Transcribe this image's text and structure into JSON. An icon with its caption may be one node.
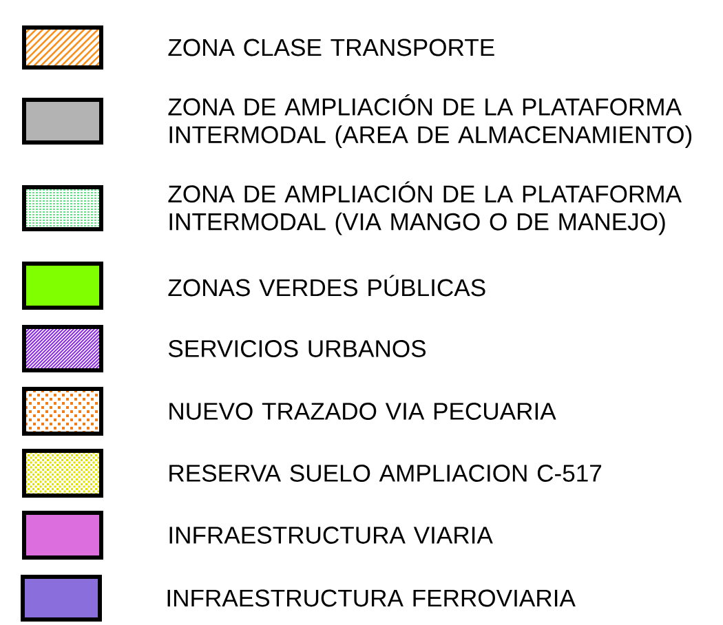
{
  "diagram": {
    "legend": [
      {
        "text": "ZONA CLASE TRANSPORTE",
        "color": "#f7901e"
      },
      {
        "text": "ZONA DE AMPLIACIÓN DE LA PLATAFORMA INTERMODAL (AREA DE ALMACENAMIENTO)",
        "color": "#b3b3b3"
      },
      {
        "text": "ZONA DE AMPLIACIÓN DE LA PLATAFORMA INTERMODAL (VIA MANGO O DE MANEJO)",
        "color": "#66dd88"
      },
      {
        "text": "ZONAS VERDES PÚBLICAS",
        "color": "#80ff00"
      },
      {
        "text": "SERVICIOS URBANOS",
        "color": "#8a2be2"
      },
      {
        "text": "NUEVO TRAZADO VIA PECUARIA",
        "color": "#ee7f1a"
      },
      {
        "text": "RESERVA SUELO AMPLIACION C-517",
        "color": "#e0e000"
      },
      {
        "text": "INFRAESTRUCTURA VIARIA",
        "color": "#dd6edd"
      },
      {
        "text": "INFRAESTRUCTURA FERROVIARIA",
        "color": "#8a6fdc"
      }
    ]
  }
}
